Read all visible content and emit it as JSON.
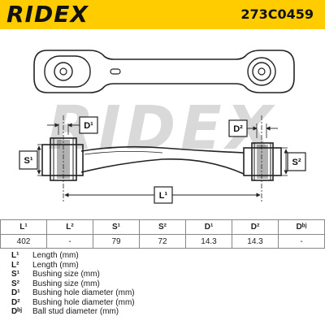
{
  "header": {
    "brand": "RIDEX",
    "part_number": "273C0459"
  },
  "watermark": "RIDEX",
  "drawing_labels": {
    "d1": "D¹",
    "d2": "D²",
    "s1": "S¹",
    "s2": "S²",
    "l1": "L¹"
  },
  "table": {
    "headers": [
      "L¹",
      "L²",
      "S¹",
      "S²",
      "D¹",
      "D²",
      "Dᵇʲ"
    ],
    "values": [
      "402",
      "-",
      "79",
      "72",
      "14.3",
      "14.3",
      "-"
    ]
  },
  "legend": [
    {
      "code": "L¹",
      "desc": "Length (mm)"
    },
    {
      "code": "L²",
      "desc": "Length (mm)"
    },
    {
      "code": "S¹",
      "desc": "Bushing size (mm)"
    },
    {
      "code": "S²",
      "desc": "Bushing size (mm)"
    },
    {
      "code": "D¹",
      "desc": "Bushing hole diameter (mm)"
    },
    {
      "code": "D²",
      "desc": "Bushing hole diameter (mm)"
    },
    {
      "code": "Dᵇʲ",
      "desc": "Ball stud diameter (mm)"
    }
  ]
}
